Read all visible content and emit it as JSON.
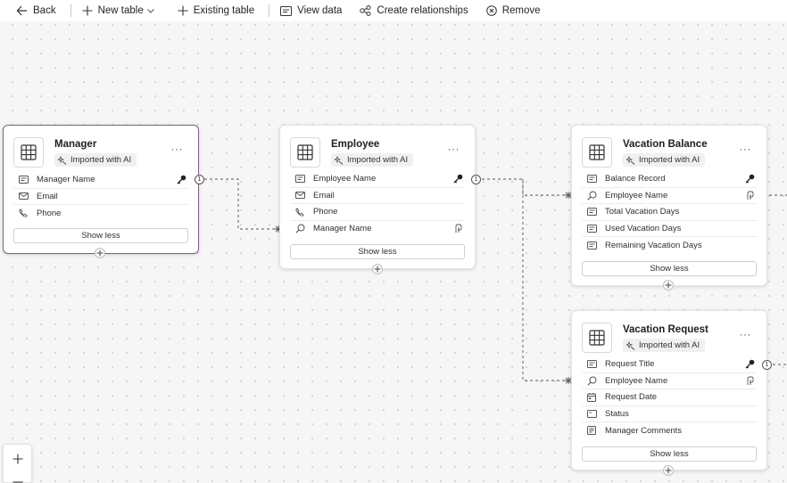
{
  "toolbar": {
    "back_label": "Back",
    "new_table_label": "New table",
    "existing_table_label": "Existing table",
    "view_data_label": "View data",
    "create_relationships_label": "Create relationships",
    "remove_label": "Remove"
  },
  "tables": {
    "manager": {
      "title": "Manager",
      "badge": "Imported with AI",
      "columns": [
        "Manager Name",
        "Email",
        "Phone"
      ],
      "show_less": "Show less"
    },
    "employee": {
      "title": "Employee",
      "badge": "Imported with AI",
      "columns": [
        "Employee Name",
        "Email",
        "Phone",
        "Manager Name"
      ],
      "show_less": "Show less"
    },
    "vacation_balance": {
      "title": "Vacation Balance",
      "badge": "Imported with AI",
      "columns": [
        "Balance Record",
        "Employee Name",
        "Total Vacation Days",
        "Used Vacation Days",
        "Remaining Vacation Days"
      ],
      "show_less": "Show less"
    },
    "vacation_request": {
      "title": "Vacation Request",
      "badge": "Imported with AI",
      "columns": [
        "Request Title",
        "Employee Name",
        "Request Date",
        "Status",
        "Manager Comments"
      ],
      "show_less": "Show less"
    }
  },
  "relationship_markers": {
    "one": "1"
  },
  "icons": {
    "back": "arrow-left-icon",
    "add": "plus-icon",
    "view_data": "table-view-icon",
    "relationships": "relationship-nodes-icon",
    "remove": "circle-x-icon",
    "table": "table-grid-icon",
    "ai": "sparkle-icon",
    "primary_key": "key-icon",
    "lookup": "lookup-search-icon",
    "text": "text-field-icon",
    "email": "envelope-icon",
    "phone": "phone-icon",
    "calendar": "calendar-icon",
    "choice": "choice-icon",
    "multiline": "multiline-text-icon"
  },
  "colors": {
    "selected_border": "#8a5a8c",
    "canvas": "#f6f6f6"
  }
}
